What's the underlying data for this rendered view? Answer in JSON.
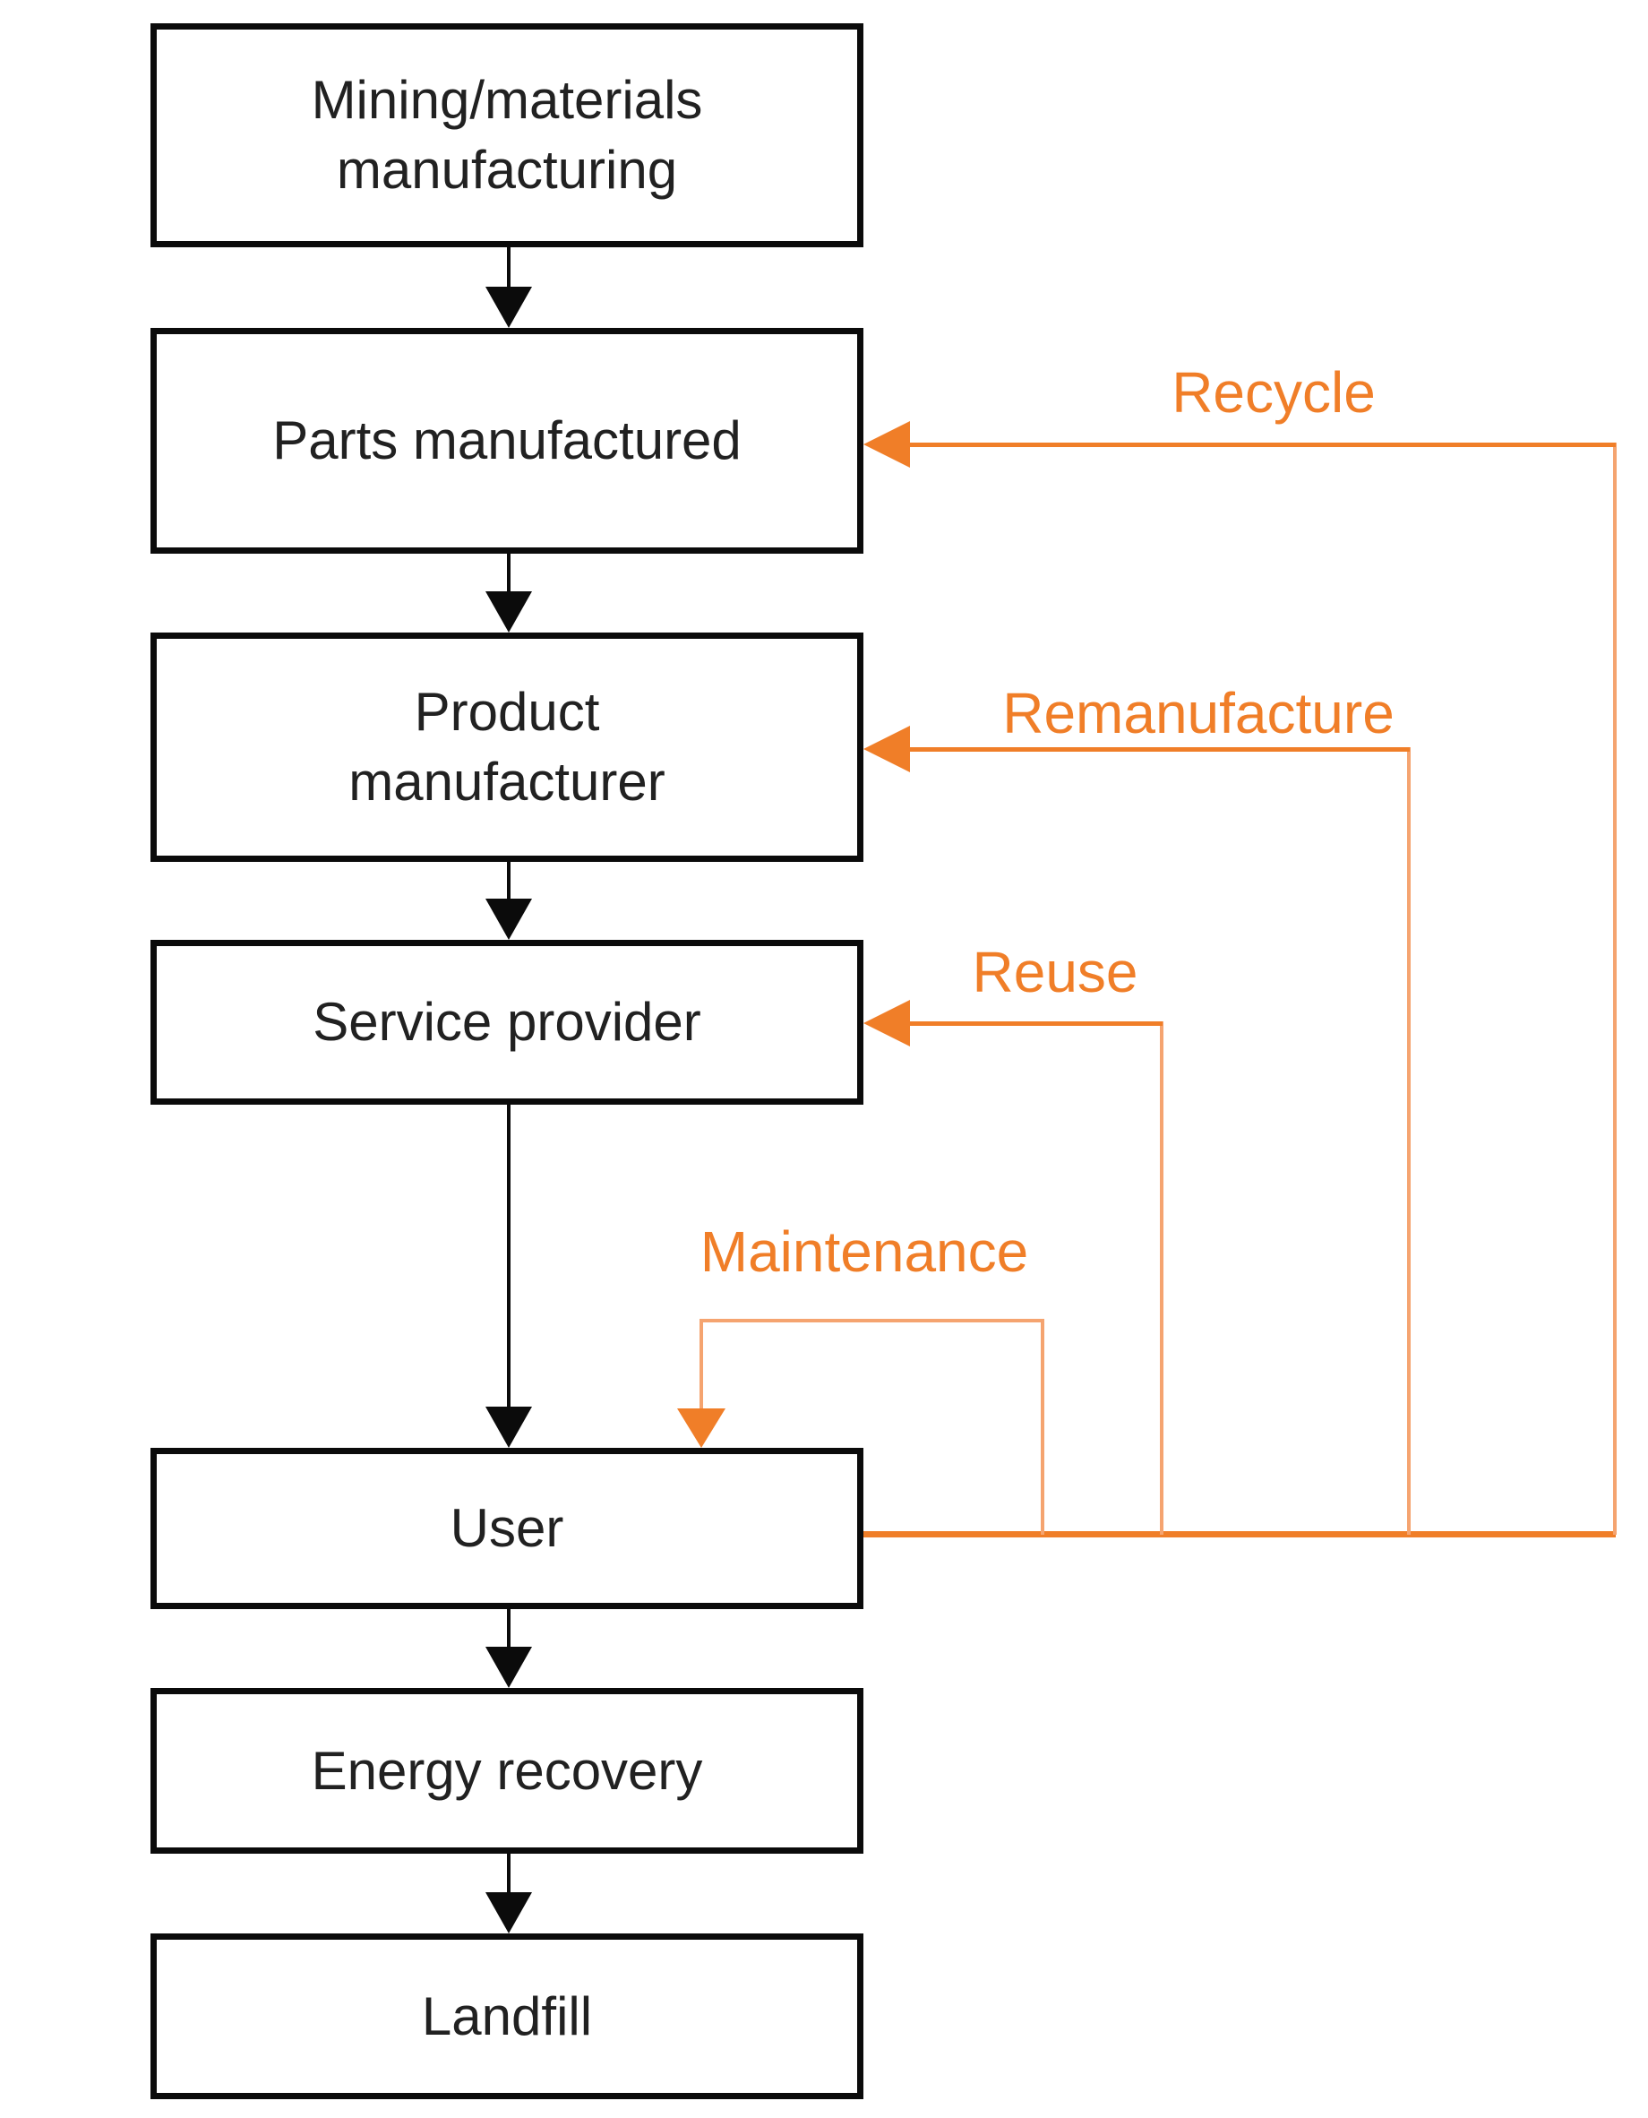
{
  "diagram": {
    "title": "Product lifecycle flow with circular-economy feedback loops",
    "colors": {
      "box_border": "#0b0b0b",
      "box_text": "#212121",
      "loop_orange": "#f07e28",
      "loop_orange_light": "#f5a470",
      "background": "#ffffff"
    },
    "boxes": [
      {
        "id": "mining",
        "label": "Mining/materials\nmanufacturing"
      },
      {
        "id": "parts",
        "label": "Parts manufactured"
      },
      {
        "id": "product",
        "label": "Product\nmanufacturer"
      },
      {
        "id": "service",
        "label": "Service provider"
      },
      {
        "id": "user",
        "label": "User"
      },
      {
        "id": "energy",
        "label": "Energy recovery"
      },
      {
        "id": "landfill",
        "label": "Landfill"
      }
    ],
    "flow_arrows": [
      {
        "from": "mining",
        "to": "parts"
      },
      {
        "from": "parts",
        "to": "product"
      },
      {
        "from": "product",
        "to": "service"
      },
      {
        "from": "service",
        "to": "user"
      },
      {
        "from": "user",
        "to": "energy"
      },
      {
        "from": "energy",
        "to": "landfill"
      }
    ],
    "loops": [
      {
        "id": "recycle",
        "label": "Recycle",
        "from": "user",
        "to": "parts"
      },
      {
        "id": "remanufacture",
        "label": "Remanufacture",
        "from": "user",
        "to": "product"
      },
      {
        "id": "reuse",
        "label": "Reuse",
        "from": "user",
        "to": "service"
      },
      {
        "id": "maintenance",
        "label": "Maintenance",
        "from": "user",
        "to": "user"
      }
    ]
  }
}
